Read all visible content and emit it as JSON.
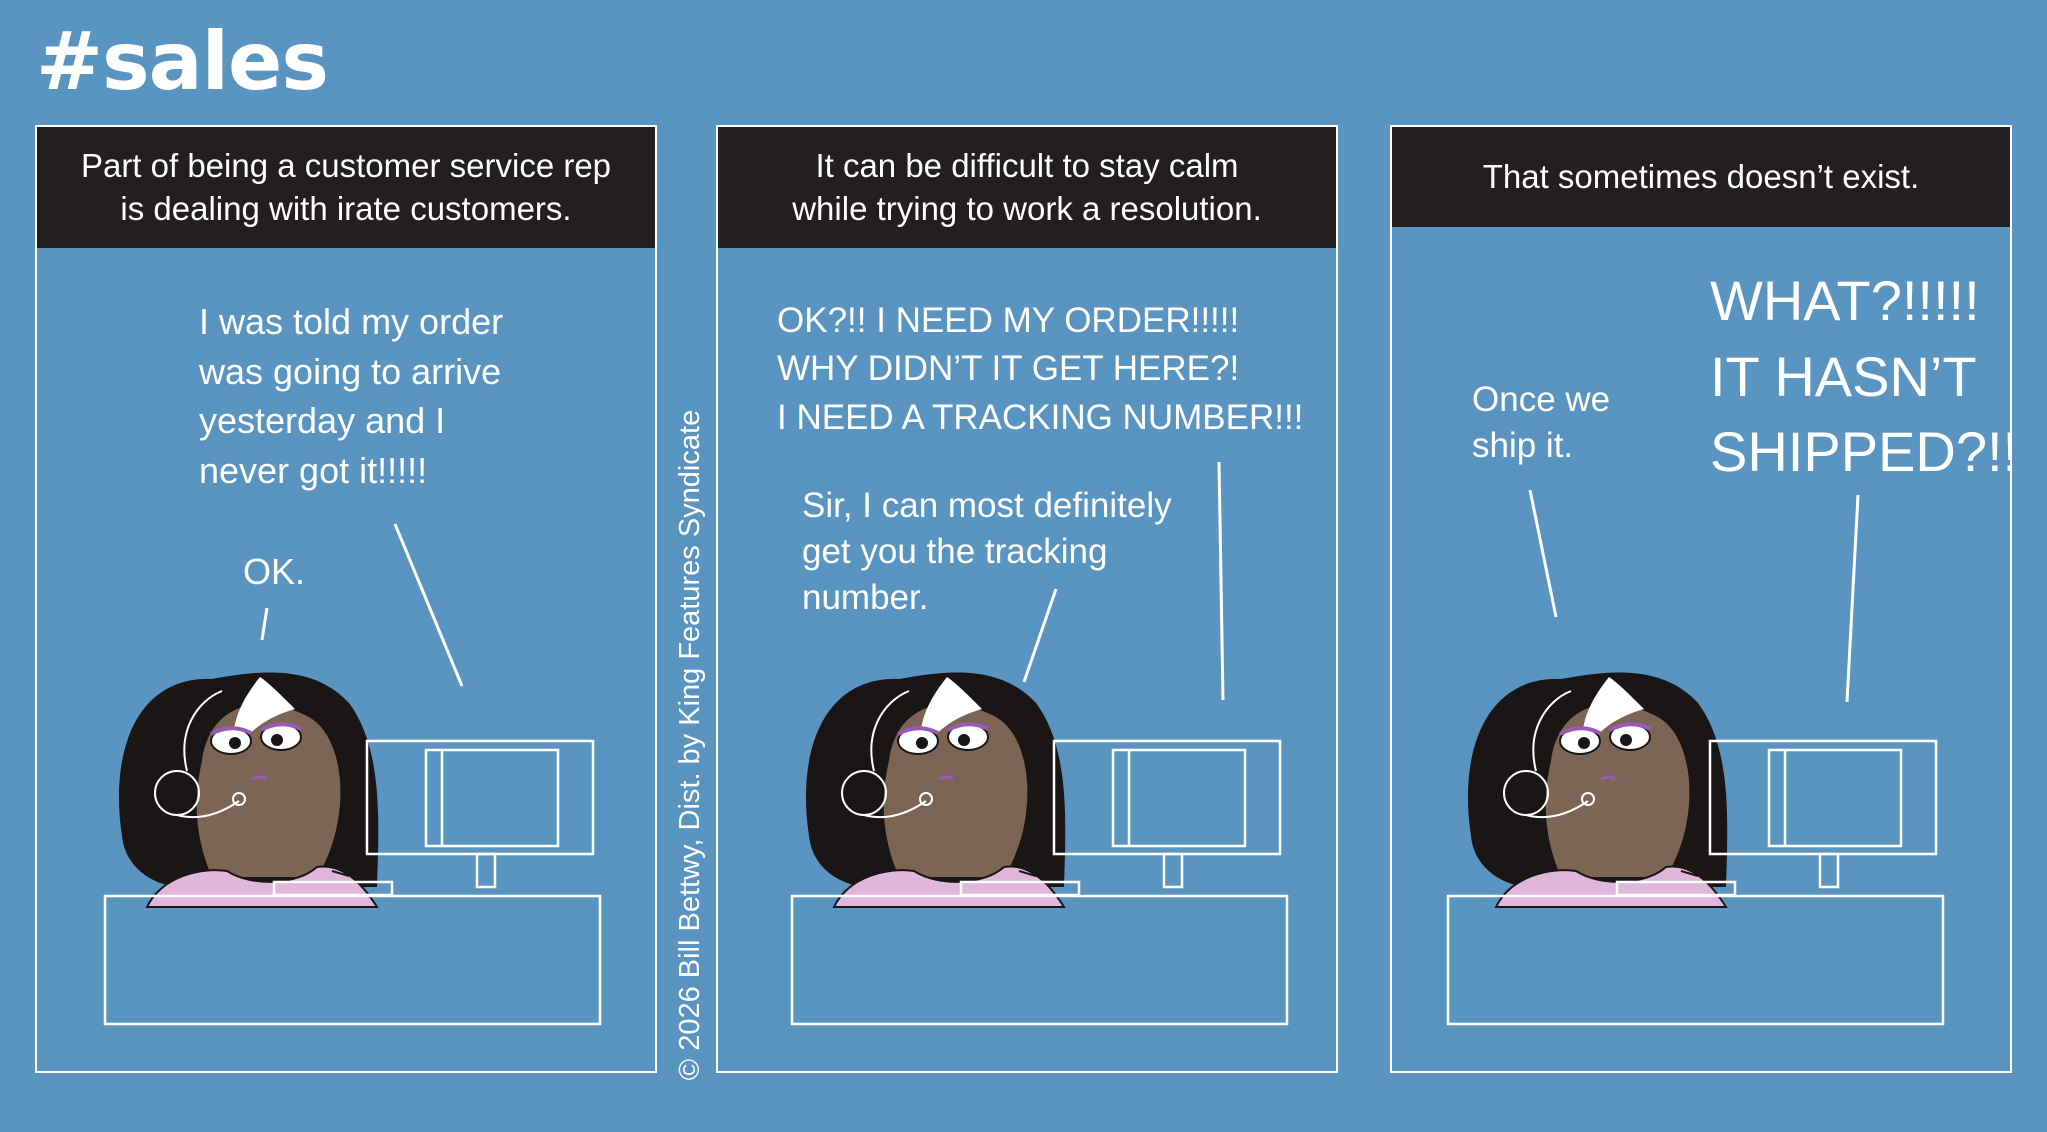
{
  "strip": {
    "title": "#sales",
    "credit": "© 2026 Bill Bettwy, Dist. by King Features Syndicate"
  },
  "panels": [
    {
      "caption": "Part of being a customer service rep\nis dealing with irate customers.",
      "customer_line": "I was told my order\nwas going to arrive\nyesterday and I\nnever got it!!!!!",
      "rep_line": "OK."
    },
    {
      "caption": "It can be difficult to stay calm\nwhile trying to work a resolution.",
      "customer_line": "OK?!!  I NEED MY ORDER!!!!!\nWHY DIDN’T IT GET HERE?!\nI NEED A TRACKING NUMBER!!!",
      "rep_line": "Sir, I can most definitely\nget you the tracking\nnumber."
    },
    {
      "caption": "That sometimes doesn’t exist.",
      "customer_line": "WHAT?!!!!!\nIT HASN’T\nSHIPPED?!!",
      "rep_line": "Once we\nship it."
    }
  ],
  "colors": {
    "background": "#5a95c2",
    "caption_bar": "#231f20",
    "text": "#ffffff",
    "hair": "#1a1616",
    "skin": "#7c6554",
    "sweater": "#e0b7db"
  },
  "icons": [
    "headset-icon",
    "computer-monitor-icon",
    "keyboard-icon",
    "desk-icon"
  ]
}
